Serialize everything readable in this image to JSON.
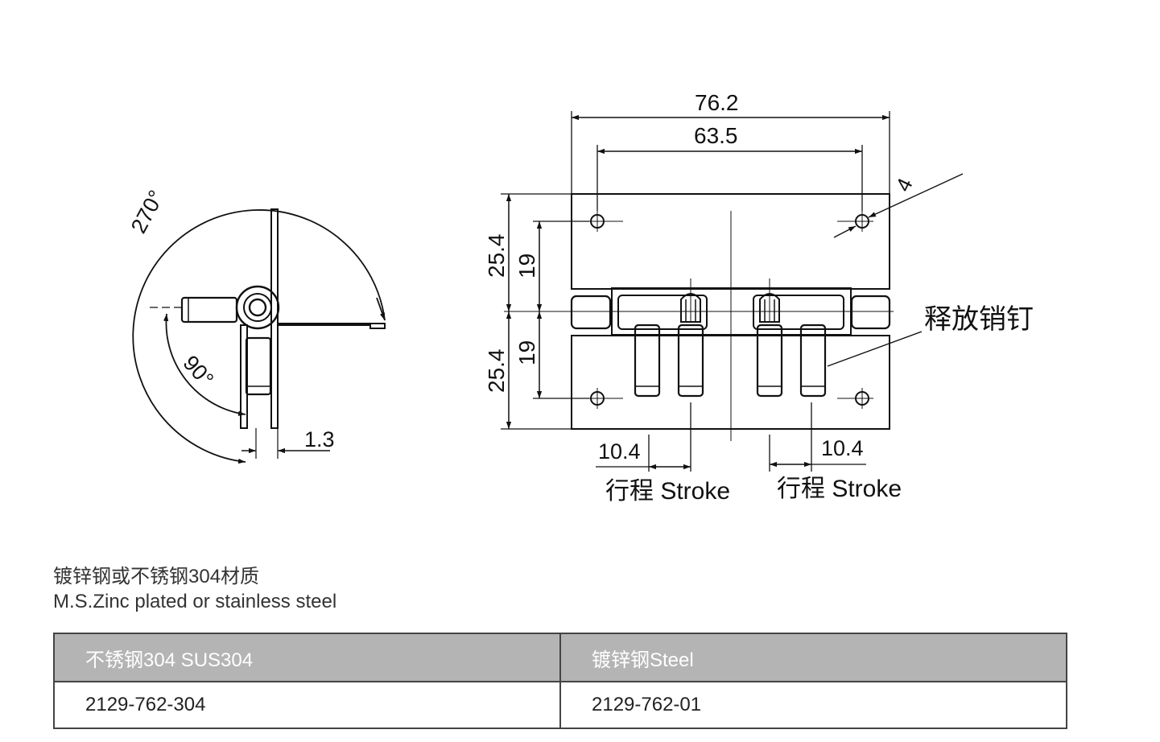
{
  "drawing": {
    "side_view": {
      "angle_open": "270°",
      "angle_fold": "90°",
      "thickness": "1.3"
    },
    "front_view": {
      "overall_width": "76.2",
      "hole_spacing": "63.5",
      "hole_dia": "4",
      "height_upper": "25.4",
      "height_lower": "25.4",
      "hole_offset_upper": "19",
      "hole_offset_lower": "19",
      "stroke_left": "10.4",
      "stroke_right": "10.4",
      "stroke_label_left": "行程 Stroke",
      "stroke_label_right": "行程 Stroke",
      "release_pin": "释放销钉"
    }
  },
  "material": {
    "cn": "镀锌钢或不锈钢304材质",
    "en": "M.S.Zinc plated or stainless steel"
  },
  "table": {
    "headers": [
      "不锈钢304 SUS304",
      "镀锌钢Steel"
    ],
    "rows": [
      [
        "2129-762-304",
        "2129-762-01"
      ]
    ]
  },
  "colors": {
    "header_bg": "#b4b4b4",
    "line": "#111111"
  }
}
